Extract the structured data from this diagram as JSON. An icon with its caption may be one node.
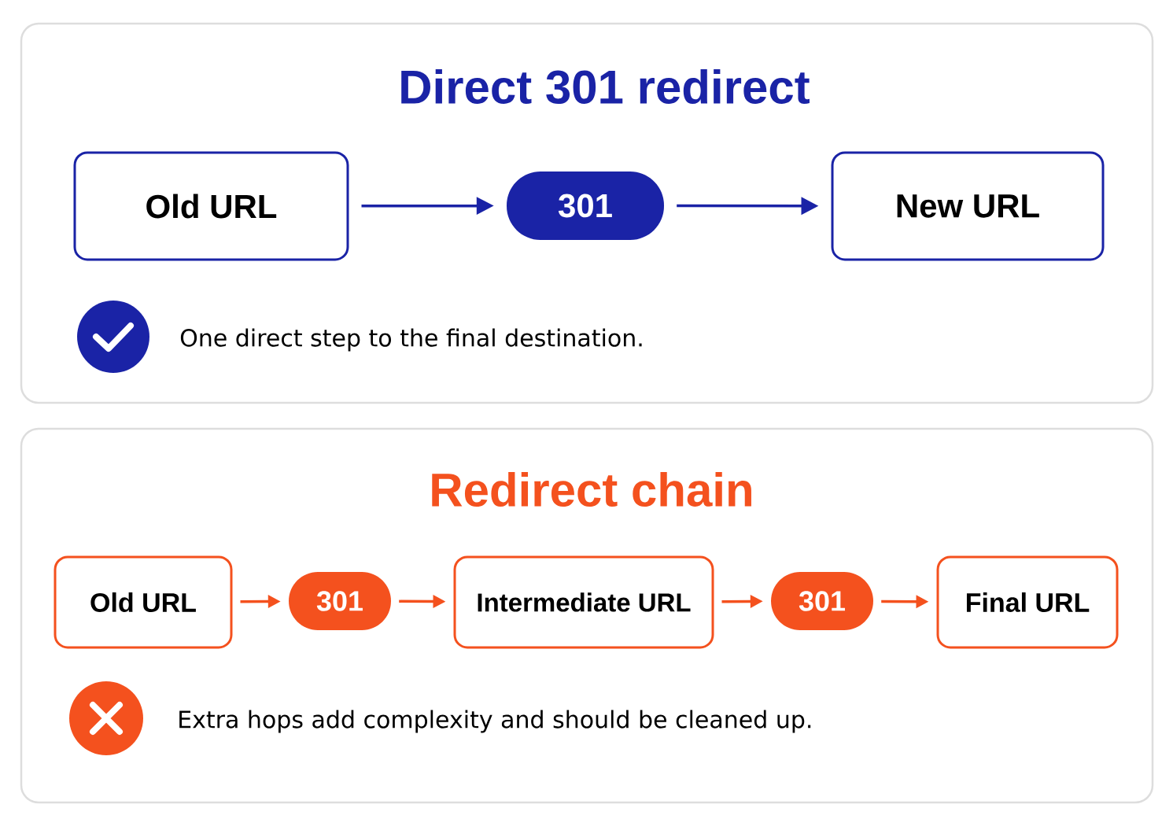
{
  "diagram": {
    "nodes": [
      {
        "text": [
          "Direct 301 redirect",
          "One direct step to the final destination."
        ]
      },
      {
        "text": [
          "Old URL"
        ],
        "in": 0
      },
      {
        "text": [
          "301"
        ],
        "in": 0
      },
      {
        "text": [
          "New URL"
        ],
        "in": 0
      },
      {
        "text": [
          "Redirect chain",
          "Extra hops add complexity and should be cleaned up."
        ]
      },
      {
        "text": [
          "Old URL"
        ],
        "in": 4
      },
      {
        "text": [
          "301"
        ],
        "in": 4
      },
      {
        "text": [
          "Intermediate URL"
        ],
        "in": 4
      },
      {
        "text": [
          "301"
        ],
        "in": 4
      },
      {
        "text": [
          "Final URL"
        ],
        "in": 4
      }
    ],
    "edges": [
      {
        "from": 1,
        "to": 2,
        "arrow": "to",
        "color": "#1a23a6"
      },
      {
        "from": 2,
        "to": 3,
        "arrow": "to",
        "color": "#1a23a6"
      },
      {
        "from": 5,
        "to": 6,
        "arrow": "to",
        "color": "#f4511e"
      },
      {
        "from": 6,
        "to": 7,
        "arrow": "to",
        "color": "#f4511e"
      },
      {
        "from": 7,
        "to": 8,
        "arrow": "to",
        "color": "#f4511e"
      },
      {
        "from": 8,
        "to": 9,
        "arrow": "to",
        "color": "#f4511e"
      }
    ]
  }
}
